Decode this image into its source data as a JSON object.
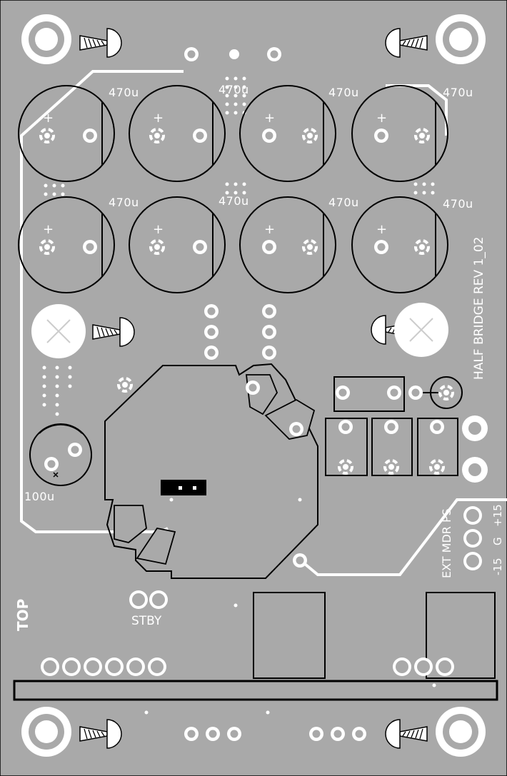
{
  "board": {
    "title": "HALF BRIDGE REV 1_02",
    "layer": "TOP",
    "colors": {
      "background": "#a9a9a9",
      "silk": "#ffffff",
      "outline": "#000000"
    }
  },
  "capacitors": {
    "big_value": "470u",
    "small_value": "100u",
    "plus_mark": "+"
  },
  "labels": {
    "standby": "STBY",
    "ext_psu": "EXT MDR PS",
    "pin_minus": "-15",
    "pin_ground": "G",
    "pin_plus": "+15"
  }
}
